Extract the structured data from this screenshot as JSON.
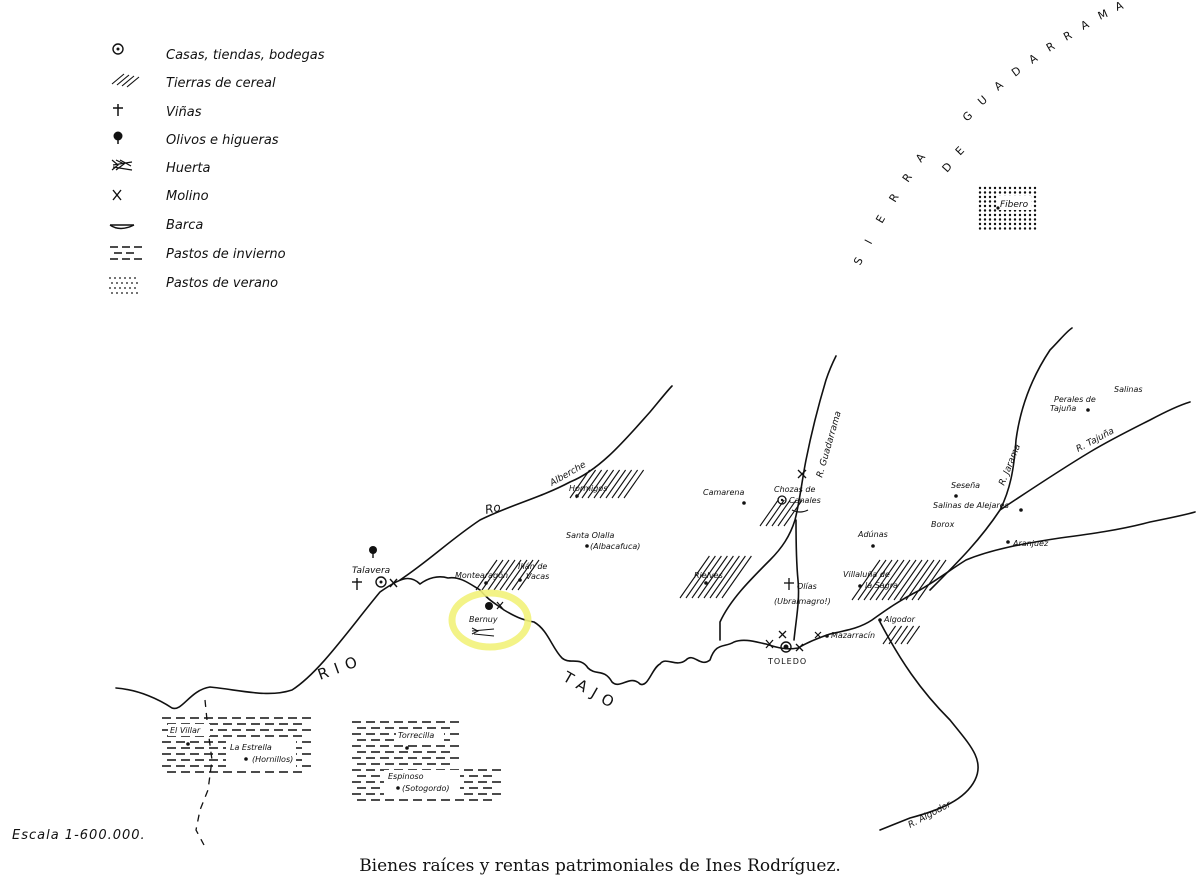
{
  "legend": [
    {
      "icon": "house-icon",
      "label": "Casas, tiendas, bodegas"
    },
    {
      "icon": "cereal-hatch-icon",
      "label": "Tierras de cereal"
    },
    {
      "icon": "vine-icon",
      "label": "Viñas"
    },
    {
      "icon": "olive-icon",
      "label": "Olivos e higueras"
    },
    {
      "icon": "orchard-icon",
      "label": "Huerta"
    },
    {
      "icon": "mill-icon",
      "label": "Molino"
    },
    {
      "icon": "boat-icon",
      "label": "Barca"
    },
    {
      "icon": "winter-pasture-icon",
      "label": "Pastos de invierno"
    },
    {
      "icon": "summer-pasture-icon",
      "label": "Pastos de verano"
    }
  ],
  "mountains": {
    "label": "SIERRA DE GUADARRAMA",
    "letters": [
      "S",
      "I",
      "E",
      "R",
      "R",
      "A",
      "D",
      "E",
      "G",
      "U",
      "A",
      "D",
      "A",
      "R",
      "R",
      "A",
      "M",
      "A"
    ]
  },
  "rivers": {
    "rio_tajo_1": "RIO",
    "rio_tajo_2": "TAJO",
    "alberche_prefix": "Ro",
    "alberche": "Alberche",
    "guadarrama": "R. Guadarrama",
    "jarama": "R. Jarama",
    "tajuna": "R. Tajuña",
    "algodor": "R. Algodor"
  },
  "places": {
    "fibero": "Fibero",
    "talavera": "Talavera",
    "montearagon": "Montearagón",
    "illan_1": "Illán de",
    "illan_2": "Vacas",
    "bernuy": "Bernuy",
    "hormigos": "Hormigos",
    "santa_olalla_1": "Santa Olalla",
    "santa_olalla_2": "(Albacafuca)",
    "camarena": "Camarena",
    "chozas_1": "Chozas de",
    "chozas_2": "Canales",
    "rielves": "Rielves",
    "olias_1": "Olías",
    "olias_2": "(Ubralmagro!)",
    "toledo": "TOLEDO",
    "mazarracin": "Mazarracín",
    "algodor": "Algodor",
    "aduenas": "Adúnas",
    "villaluenga_1": "Villaluña de",
    "villaluenga_2": "la Sagra",
    "sesena": "Seseña",
    "salinas_alejares": "Salinas de Alejares",
    "borox": "Borox",
    "aranjuez": "Aranjuez",
    "salinas": "Salinas",
    "perales_1": "Perales de",
    "perales_2": "Tajuña",
    "el_villar": "El Villar",
    "la_estrella_1": "La Estrella",
    "la_estrella_2": "(Hornillos)",
    "torrecilla": "Torrecilla",
    "espinoso_1": "Espinoso",
    "espinoso_2": "(Sotogordo)"
  },
  "scale": "Escala 1-600.000.",
  "caption": "Bienes raíces y rentas patrimoniales de Ines Rodríguez.",
  "highlight_color": "#f2f27a"
}
